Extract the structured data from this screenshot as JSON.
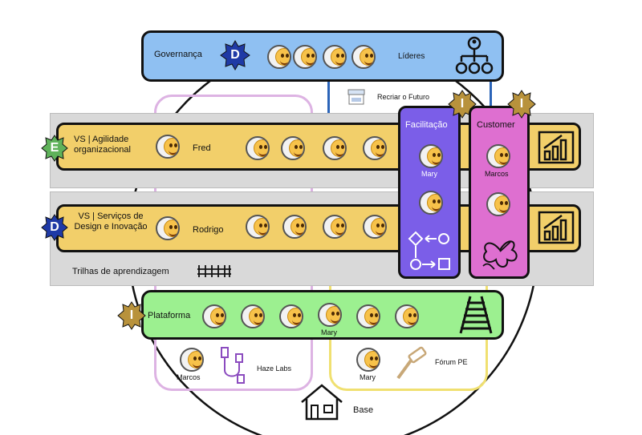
{
  "governance": {
    "label": "Governança",
    "badge": "D",
    "leaders": "Líderes"
  },
  "recriar": {
    "label": "Recriar o Futuro"
  },
  "streams": [
    {
      "badge": "E",
      "title": "VS | Agilidade organizacional",
      "person": "Fred"
    },
    {
      "badge": "D",
      "title": "VS | Serviços de Design e Inovação",
      "person": "Rodrigo"
    }
  ],
  "trilhas": {
    "label": "Trilhas de aprendizagem"
  },
  "facilitacao": {
    "title": "Facilitação",
    "badge": "I",
    "person": "Mary"
  },
  "customer": {
    "title": "Customer",
    "badge": "I",
    "person": "Marcos"
  },
  "plataforma": {
    "label": "Plataforma",
    "badge": "I",
    "person": "Mary"
  },
  "bottom": {
    "haze": {
      "person": "Marcos",
      "label": "Haze Labs"
    },
    "forum": {
      "person": "Mary",
      "label": "Fórum PE"
    }
  },
  "base": {
    "label": "Base"
  },
  "colors": {
    "governance": "#8fc0f2",
    "streams": "#f2cf6a",
    "facilitacao": "#7b5ee8",
    "customer": "#de6fd0",
    "plataforma": "#9cf090",
    "badge_blue": "#1f3aa6",
    "badge_green": "#5fb25a",
    "badge_gold": "#b8923c"
  }
}
